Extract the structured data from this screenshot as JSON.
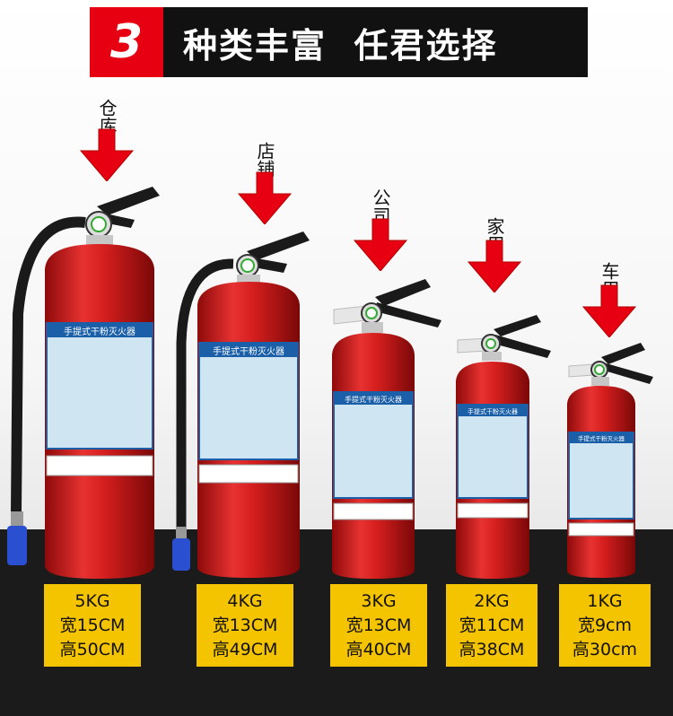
{
  "banner": {
    "number": "3",
    "title": "种类丰富  任君选择"
  },
  "colors": {
    "accent": "#e60012",
    "banner_bg": "#111111",
    "spec_bg": "#f5c400",
    "body_red": "#d41e1e"
  },
  "products": [
    {
      "use": "仓库用",
      "label": "手提式干粉灭火器",
      "weight": "5KG",
      "width": "宽15CM",
      "height": "高50CM"
    },
    {
      "use": "店铺用",
      "label": "手提式干粉灭火器",
      "weight": "4KG",
      "width": "宽13CM",
      "height": "高49CM"
    },
    {
      "use": "公司用",
      "label": "手提式干粉灭火器",
      "weight": "3KG",
      "width": "宽13CM",
      "height": "高40CM"
    },
    {
      "use": "家用",
      "label": "手提式干粉灭火器",
      "weight": "2KG",
      "width": "宽11CM",
      "height": "高38CM"
    },
    {
      "use": "车用",
      "label": "手提式干粉灭火器",
      "weight": "1KG",
      "width": "宽9cm",
      "height": "高30cm"
    }
  ],
  "icons": [
    "down-arrow-icon",
    "pressure-gauge-icon"
  ]
}
